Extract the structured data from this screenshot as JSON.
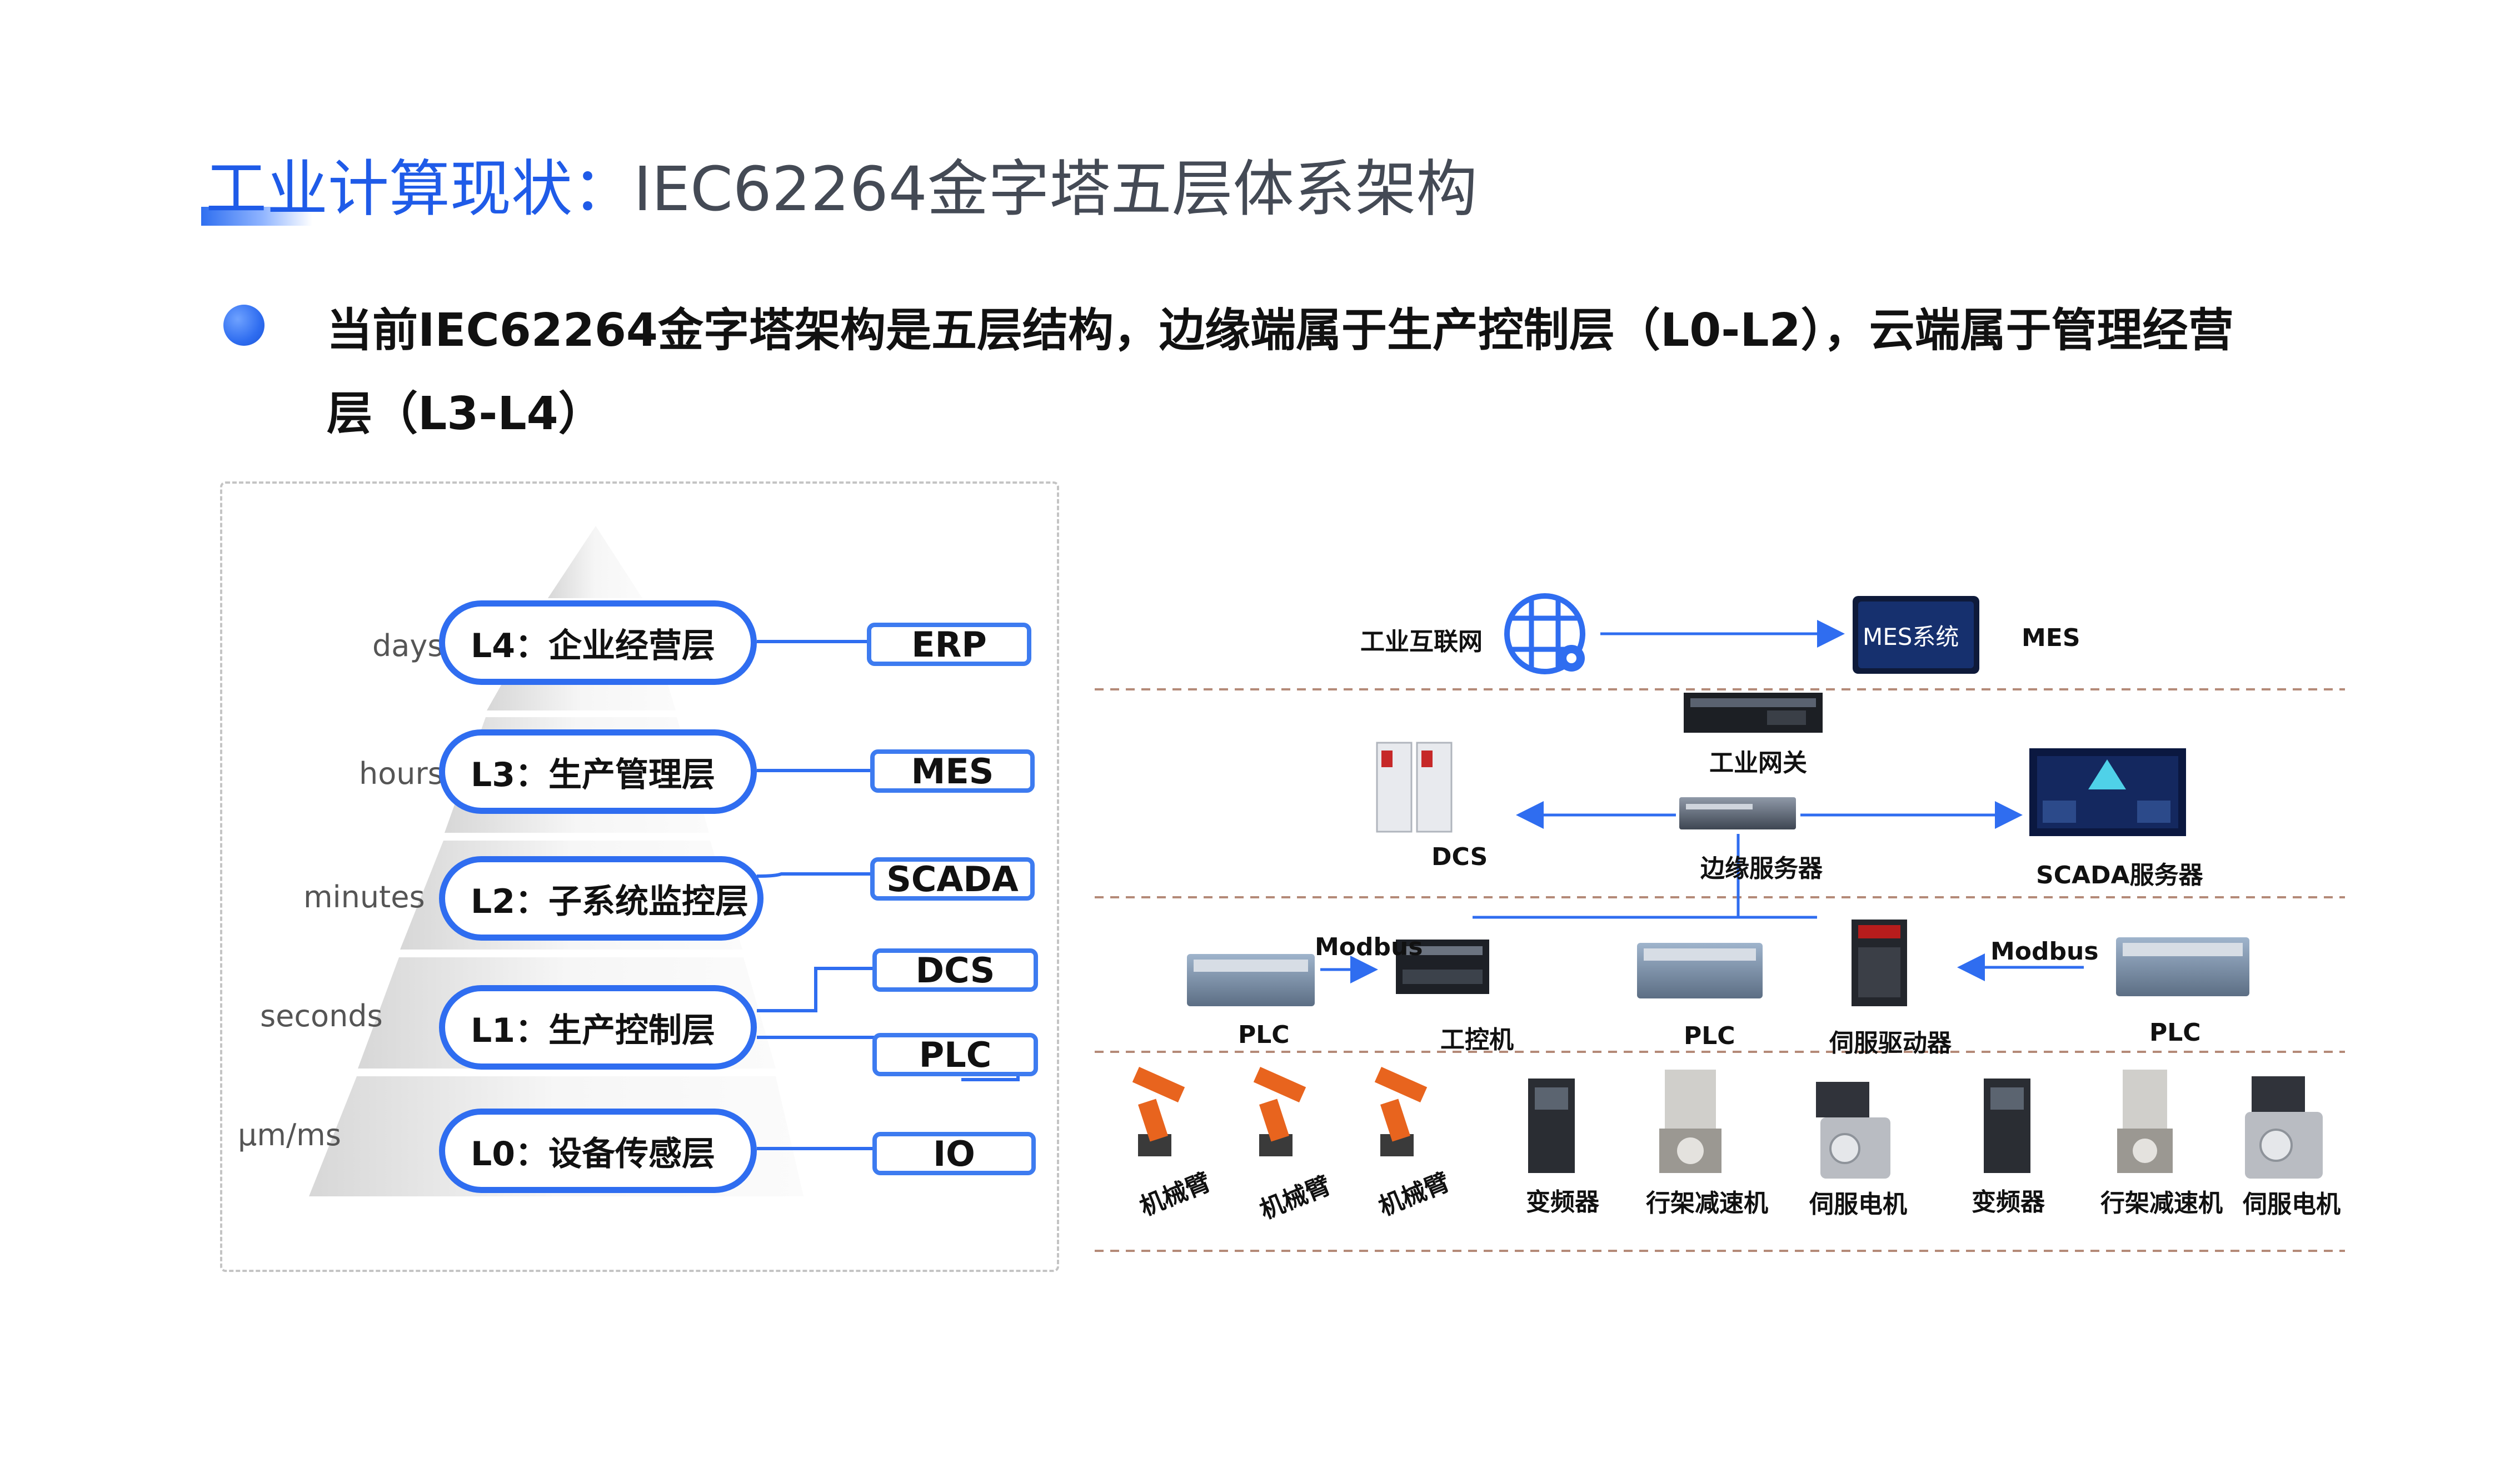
{
  "title": {
    "prefix": "工业计算现状：",
    "rest": "IEC62264金字塔五层体系架构"
  },
  "bullet": {
    "text": "当前IEC62264金字塔架构是五层结构，边缘端属于生产控制层（L0-L2），云端属于管理经营层（L3-L4）"
  },
  "pyramid": {
    "levels": [
      {
        "label": "L4：企业经营层",
        "time": "days",
        "system": "ERP"
      },
      {
        "label": "L3：生产管理层",
        "time": "hours",
        "system": "MES"
      },
      {
        "label": "L2：子系统监控层",
        "time": "minutes",
        "system": "SCADA"
      },
      {
        "label": "L1：生产控制层",
        "time": "seconds",
        "systems": [
          "DCS",
          "PLC"
        ]
      },
      {
        "label": "L0：设备传感层",
        "time": "μm/ms",
        "system": "IO"
      }
    ]
  },
  "network": {
    "row1": {
      "internet": "工业互联网",
      "mes_screen": "MES系统",
      "mes": "MES"
    },
    "row2": {
      "gateway": "工业网关",
      "dcs": "DCS",
      "edge_server": "边缘服务器",
      "scada_server": "SCADA服务器"
    },
    "row3": {
      "plc1": "PLC",
      "modbus1": "Modbus",
      "ipc": "工控机",
      "plc2": "PLC",
      "servo_driver": "伺服驱动器",
      "modbus2": "Modbus",
      "plc3": "PLC"
    },
    "row4": [
      "机械臂",
      "机械臂",
      "机械臂",
      "变频器",
      "行架减速机",
      "伺服电机",
      "变频器",
      "行架减速机",
      "伺服电机"
    ]
  },
  "colors": {
    "accent": "#2f6df0",
    "title_blue": "#1f5be8",
    "dash_brown": "#b48a78",
    "robot_orange": "#e8641e"
  }
}
